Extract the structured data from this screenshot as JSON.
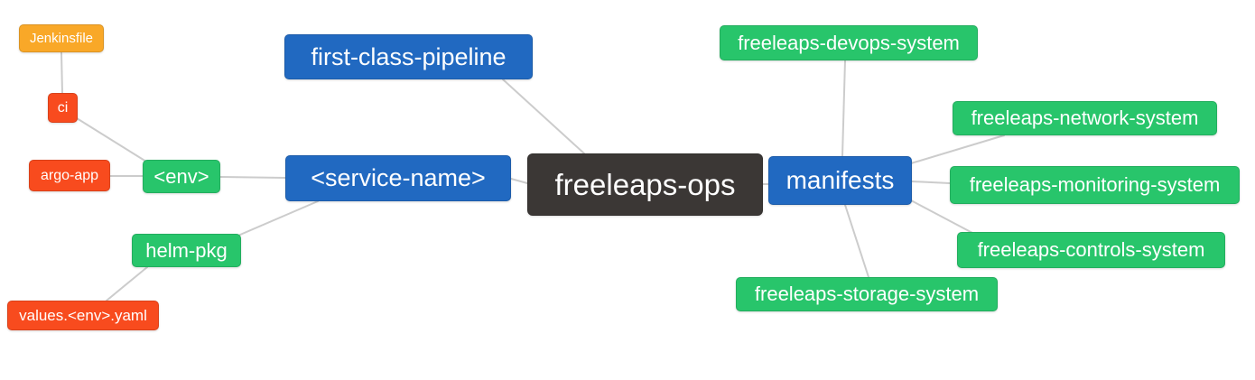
{
  "diagram": {
    "type": "mindmap",
    "colors": {
      "orange": "#f9a828",
      "red": "#f84b1e",
      "green": "#28c56b",
      "blue": "#2169c1",
      "dark": "#3b3735",
      "edge": "#cccccc"
    },
    "nodes": {
      "jenkinsfile": {
        "label": "Jenkinsfile"
      },
      "ci": {
        "label": "ci"
      },
      "argo_app": {
        "label": "argo-app"
      },
      "env": {
        "label": "<env>"
      },
      "helm_pkg": {
        "label": "helm-pkg"
      },
      "values_env_yaml": {
        "label": "values.<env>.yaml"
      },
      "first_class_pipeline": {
        "label": "first-class-pipeline"
      },
      "service_name": {
        "label": "<service-name>"
      },
      "freeleaps_ops": {
        "label": "freeleaps-ops"
      },
      "manifests": {
        "label": "manifests"
      },
      "devops_system": {
        "label": "freeleaps-devops-system"
      },
      "network_system": {
        "label": "freeleaps-network-system"
      },
      "monitoring_system": {
        "label": "freeleaps-monitoring-system"
      },
      "controls_system": {
        "label": "freeleaps-controls-system"
      },
      "storage_system": {
        "label": "freeleaps-storage-system"
      }
    }
  }
}
